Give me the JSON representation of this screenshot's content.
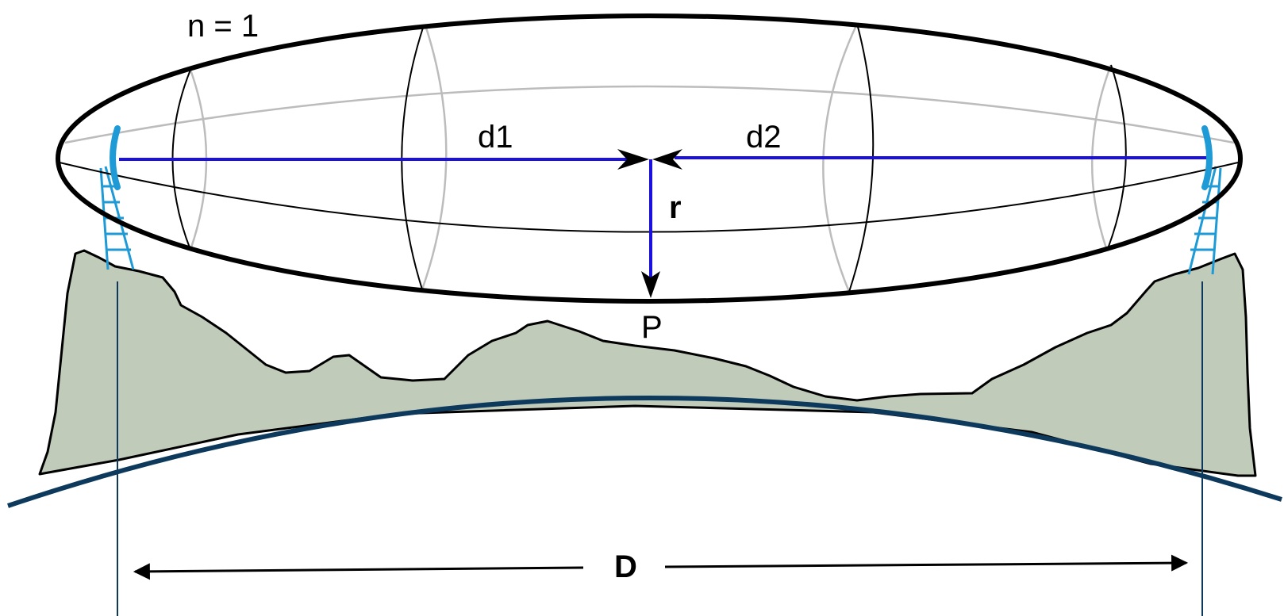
{
  "diagram": {
    "labels": {
      "n": "n = 1",
      "d1": "d1",
      "d2": "d2",
      "r": "r",
      "p": "P",
      "d": "D"
    },
    "colors": {
      "terrain_fill": "#c1cbb9",
      "terrain_stroke": "#000000",
      "earth_curve": "#0d3a5c",
      "path_line": "#1a10e0",
      "antenna": "#1e9ad6",
      "ellipsoid_outline": "#000000",
      "hidden_edge": "#bcbcbc"
    }
  }
}
